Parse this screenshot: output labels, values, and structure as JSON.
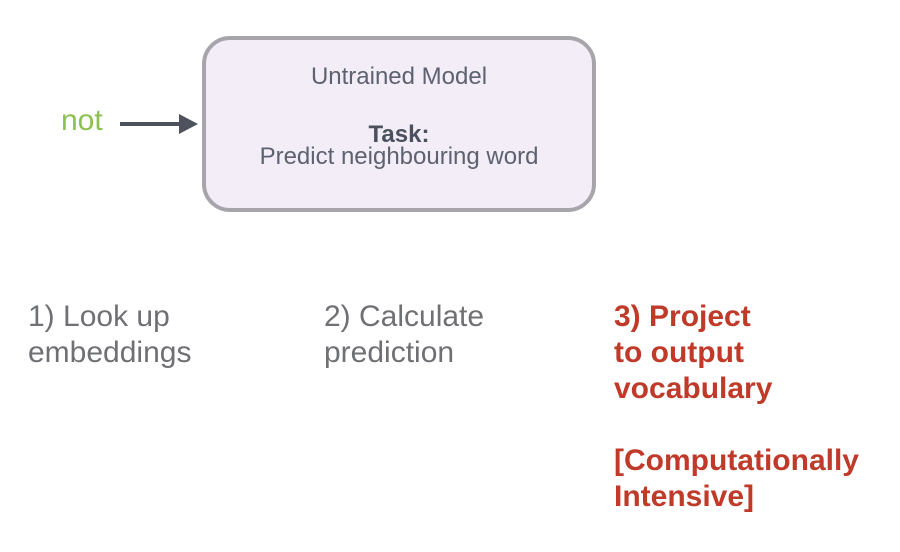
{
  "canvas": {
    "background": "#ffffff"
  },
  "diagram": {
    "input_word": {
      "text": "not",
      "color": "#8cc152"
    },
    "arrow": {
      "direction": "right",
      "color": "#4d525c"
    },
    "model_box": {
      "title": "Untrained Model",
      "task_label": "Task:",
      "task_description": "Predict neighbouring word",
      "fill_color": "#f2edf6",
      "border_color": "#a7a5ab",
      "title_color": "#5e6270",
      "task_label_color": "#4b505e"
    },
    "steps": [
      {
        "text": "1) Look up\nembeddings",
        "color": "#6f7074",
        "emphasis": false
      },
      {
        "text": "2) Calculate\nprediction",
        "color": "#6f7074",
        "emphasis": false
      },
      {
        "text": "3) Project\nto output\nvocabulary\n\n[Computationally\nIntensive]",
        "color": "#c03a2a",
        "emphasis": true
      }
    ]
  }
}
